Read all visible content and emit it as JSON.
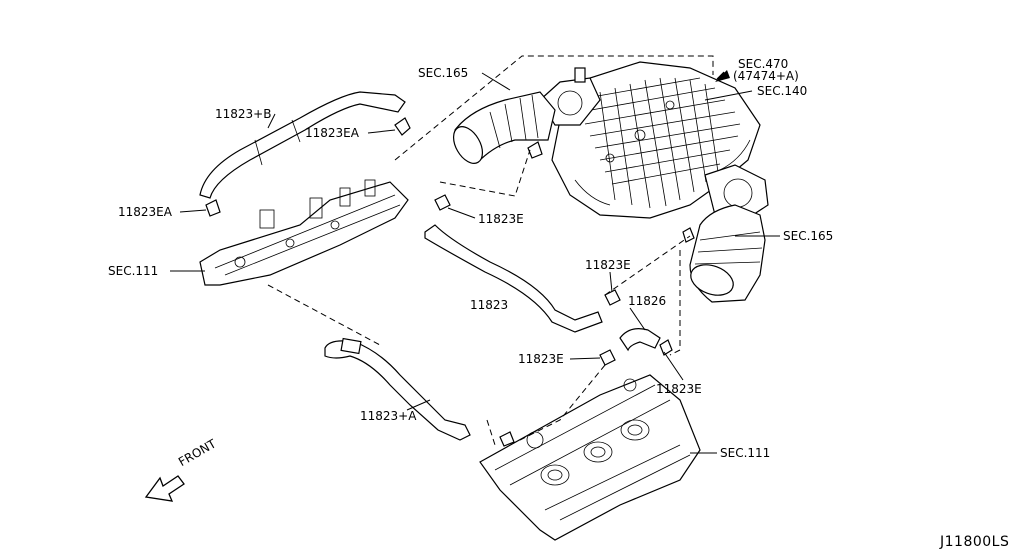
{
  "labels": {
    "sec165_top": "SEC.165",
    "sec470": "SEC.470",
    "sec470_sub": "(47474+A)",
    "sec140": "SEC.140",
    "p11823b": "11823+B",
    "p11823ea_top": "11823EA",
    "p11823ea_left": "11823EA",
    "sec111_left": "SEC.111",
    "p11823e_mid": "11823E",
    "sec165_right": "SEC.165",
    "p11823e_right": "11823E",
    "p11823": "11823",
    "p11826": "11826",
    "p11823e_low": "11823E",
    "p11823e_low2": "11823E",
    "p11823a": "11823+A",
    "sec111_right": "SEC.111",
    "front": "FRONT",
    "diagram_code": "J11800LS"
  }
}
